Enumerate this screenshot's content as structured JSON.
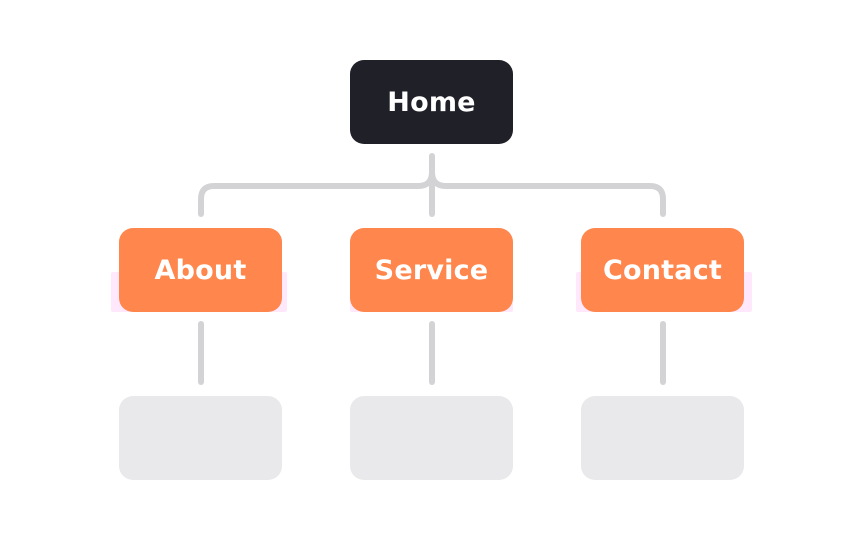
{
  "diagram": {
    "root": {
      "label": "Home"
    },
    "children": [
      {
        "label": "About"
      },
      {
        "label": "Service"
      },
      {
        "label": "Contact"
      }
    ],
    "placeholders": [
      {
        "label": ""
      },
      {
        "label": ""
      },
      {
        "label": ""
      }
    ]
  },
  "colors": {
    "root_fill": "#1f2028",
    "child_fill": "#ff874d",
    "placeholder_fill": "#e9e9eb",
    "connector": "#d3d3d5",
    "root_text": "#ffffff",
    "child_text": "#ffffff"
  }
}
